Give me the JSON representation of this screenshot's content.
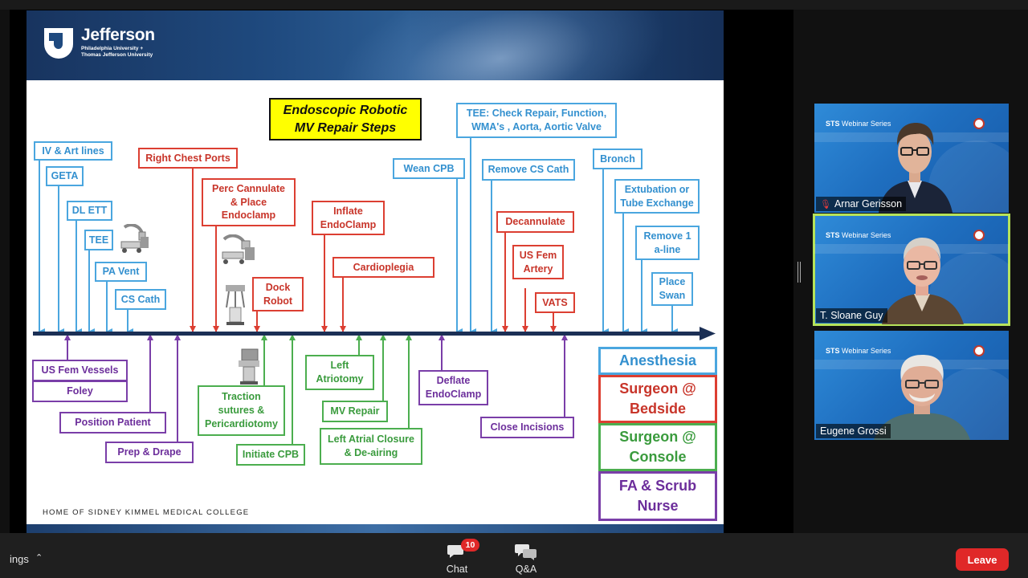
{
  "slide": {
    "logo_name": "Jefferson",
    "logo_sub1": "Philadelphia University +",
    "logo_sub2": "Thomas Jefferson University",
    "title": "Endoscopic Robotic\nMV Repair Steps",
    "footer": "HOME OF SIDNEY KIMMEL MEDICAL COLLEGE",
    "steps_above": [
      "IV & Art lines",
      "GETA",
      "DL ETT",
      "TEE",
      "PA Vent",
      "CS Cath",
      "Right Chest Ports",
      "Perc Cannulate\n& Place\nEndoclamp",
      "Dock\nRobot",
      "Inflate\nEndoClamp",
      "Cardioplegia",
      "Wean CPB",
      "TEE:  Check Repair, Function,\nWMA's , Aorta, Aortic Valve",
      "Remove CS Cath",
      "Decannulate",
      "US Fem\nArtery",
      "VATS",
      "Bronch",
      "Extubation or\nTube Exchange",
      "Remove 1\na-line",
      "Place\nSwan"
    ],
    "steps_below": [
      "US Fem Vessels",
      "Foley",
      "Position Patient",
      "Prep & Drape",
      "Traction\nsutures &\nPericardiotomy",
      "Initiate CPB",
      "Left\nAtriotomy",
      "MV Repair",
      "Left Atrial Closure\n& De-airing",
      "Deflate\nEndoClamp",
      "Close Incisions"
    ],
    "legend": [
      "Anesthesia",
      "Surgeon @\nBedside",
      "Surgeon @\nConsole",
      "FA & Scrub\nNurse"
    ],
    "colors": {
      "anesthesia": "#4aa6df",
      "surgeon_bedside": "#dc3f32",
      "surgeon_console": "#4cae4f",
      "fa_scrub": "#7a3ea8",
      "timeline": "#1b2f55"
    }
  },
  "participants": [
    {
      "name": "Arnar Gerisson",
      "muted": true,
      "active": false,
      "brand": "STS",
      "series": "Webinar Series"
    },
    {
      "name": "T. Sloane Guy",
      "muted": false,
      "active": true,
      "brand": "STS",
      "series": "Webinar Series"
    },
    {
      "name": "Eugene Grossi",
      "muted": false,
      "active": false,
      "brand": "STS",
      "series": "Webinar Series"
    }
  ],
  "controls": {
    "settings_label": "ings",
    "chat_label": "Chat",
    "chat_badge": "10",
    "qa_label": "Q&A",
    "leave_label": "Leave"
  }
}
